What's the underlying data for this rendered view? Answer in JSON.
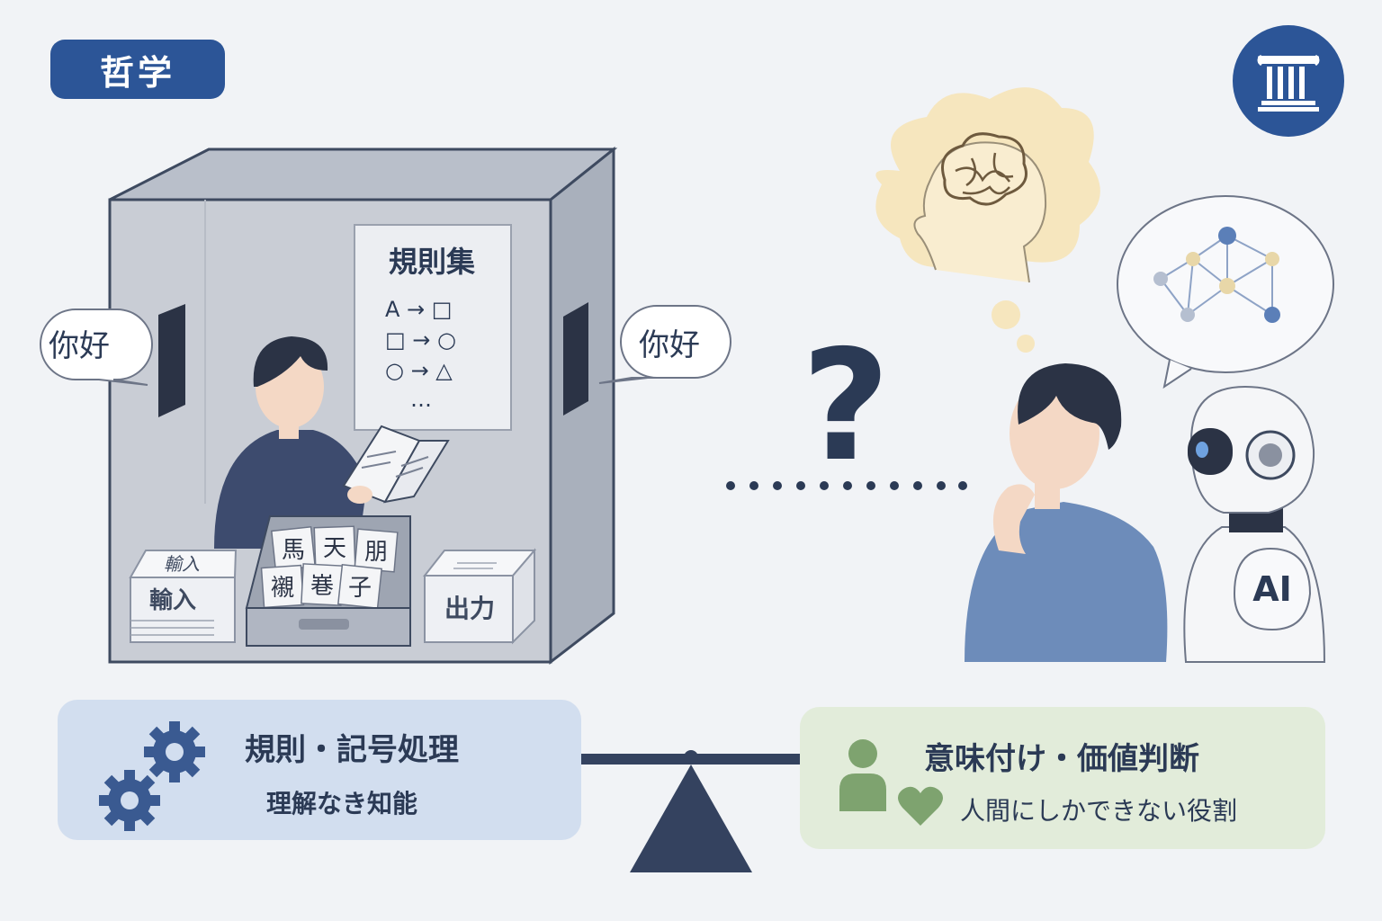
{
  "header": {
    "tag_label": "哲学",
    "logo_icon": "column-icon"
  },
  "room": {
    "rulebook_title": "規則集",
    "rules": [
      "A → □",
      "□ → ○",
      "○ → △",
      "…"
    ],
    "input_message": "你好",
    "output_message": "你好",
    "input_tray_top": "輸入",
    "input_tray_label": "輸入",
    "drawer_cards": [
      "馬",
      "天",
      "朋",
      "襯",
      "㟟",
      "子"
    ],
    "output_tray_label": "出力"
  },
  "middle": {
    "question_mark": "?"
  },
  "right": {
    "robot_label": "AI"
  },
  "balance": {
    "left_title": "規則・記号処理",
    "left_subtitle": "理解なき知能",
    "right_title": "意味付け・価値判断",
    "right_subtitle": "人間にしかできない役割"
  },
  "colors": {
    "accent_blue": "#2c5597",
    "dark_navy": "#2b3a55",
    "left_panel": "#d2deef",
    "right_panel": "#e2ecda",
    "green_icon": "#7ea36f"
  }
}
